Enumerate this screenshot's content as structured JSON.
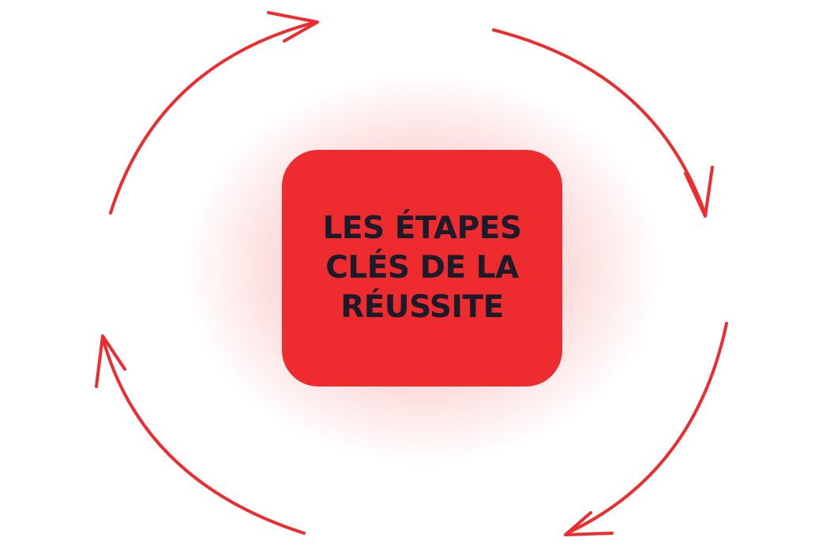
{
  "center": {
    "title_lines": [
      "LES ÉTAPES",
      "CLÉS DE LA",
      "RÉUSSITE"
    ]
  },
  "colors": {
    "accent": "#ee2b2e",
    "text": "#1b1b29",
    "background": "#ffffff"
  },
  "icons": [
    "arrow-top-left-icon",
    "arrow-top-right-icon",
    "arrow-bottom-right-icon",
    "arrow-bottom-left-icon"
  ]
}
